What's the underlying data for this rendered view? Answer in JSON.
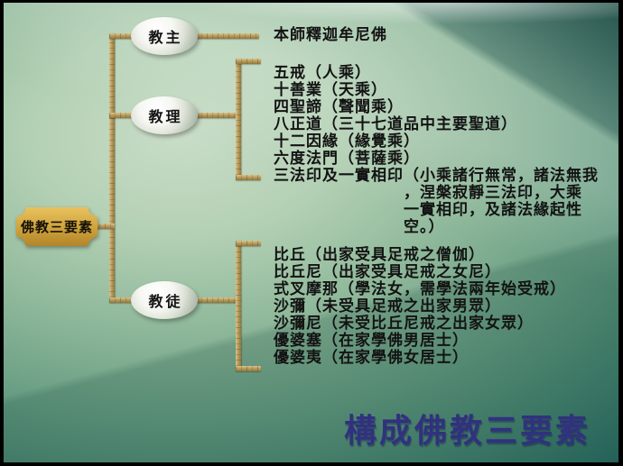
{
  "slide": {
    "root_label": "佛教三要素",
    "caption": "構成佛教三要素",
    "leader": {
      "node": "教主",
      "content": "本師釋迦牟尼佛"
    },
    "doctrine": {
      "node": "教理",
      "items": [
        {
          "text": "五戒（人乘）"
        },
        {
          "text": "十善業（天乘）"
        },
        {
          "text": "四聖諦（聲聞乘）"
        },
        {
          "text": "八正道（三十七道品中主要聖道）"
        },
        {
          "text": "十二因緣（緣覺乘）"
        },
        {
          "text": "六度法門（菩薩乘）"
        },
        {
          "text": "三法印及一實相印",
          "note": "（小乘諸行無常，諸法無我\n，涅槃寂靜三法印，大乘\n一實相印，及諸法緣起性\n空。）"
        }
      ]
    },
    "followers": {
      "node": "教徒",
      "items": [
        {
          "text": "比丘（出家受具足戒之僧伽）"
        },
        {
          "text": "比丘尼（出家受具足戒之女尼）"
        },
        {
          "text": "式叉摩那（學法女，需學法兩年始受戒）"
        },
        {
          "text": "沙彌（未受具足戒之出家男眾）"
        },
        {
          "text": "沙彌尼（未受比丘尼戒之出家女眾）"
        },
        {
          "text": "優婆塞（在家學佛男居士）"
        },
        {
          "text": "優婆夷（在家學佛女居士）"
        }
      ]
    },
    "colors": {
      "caption_color": "#31317f",
      "wood": "#b69a5f",
      "plaque_gold": "#cda23c",
      "node_fill": "#f6f7f3",
      "body_text": "#131313",
      "bg_light_green": "#c9ddc7",
      "bg_dark_teal": "#1b5a58"
    }
  }
}
